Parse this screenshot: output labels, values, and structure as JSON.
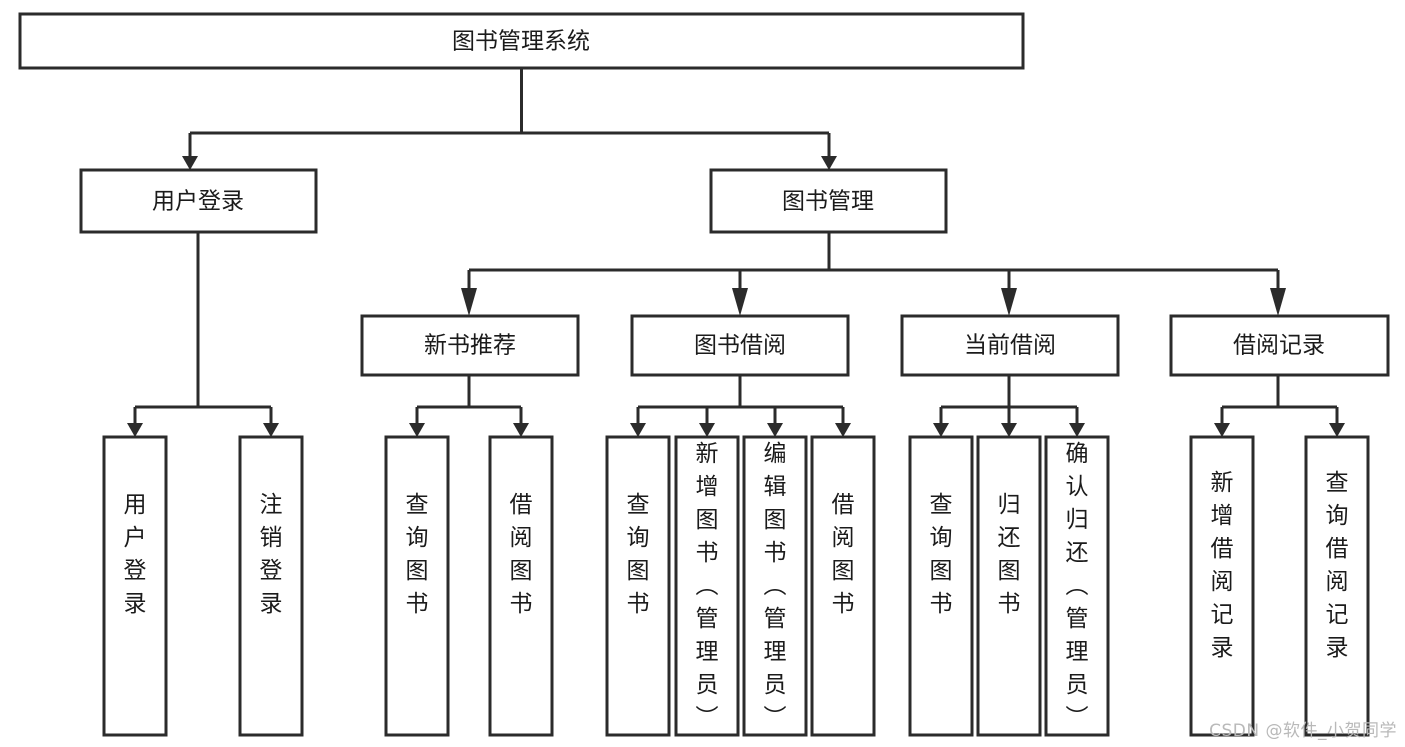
{
  "diagram": {
    "type": "tree",
    "title": "图书管理系统",
    "orientation": "top-down",
    "background_color": "#ffffff",
    "line_color": "#2b2b2b",
    "text_color": "#1b1b1b",
    "root": {
      "id": "root",
      "label": "图书管理系统"
    },
    "level2": [
      {
        "id": "user-login",
        "label": "用户登录"
      },
      {
        "id": "book-manage",
        "label": "图书管理"
      }
    ],
    "level3": [
      {
        "id": "new-book-rec",
        "label": "新书推荐",
        "parent": "book-manage"
      },
      {
        "id": "book-borrow",
        "label": "图书借阅",
        "parent": "book-manage"
      },
      {
        "id": "current-borrow",
        "label": "当前借阅",
        "parent": "book-manage"
      },
      {
        "id": "borrow-record",
        "label": "借阅记录",
        "parent": "book-manage"
      }
    ],
    "leaves": [
      {
        "id": "leaf-user-login",
        "label": "用户登录",
        "parent": "user-login"
      },
      {
        "id": "leaf-logout-login",
        "label": "注销登录",
        "parent": "user-login"
      },
      {
        "id": "leaf-query-book-1",
        "label": "查询图书",
        "parent": "new-book-rec"
      },
      {
        "id": "leaf-borrow-book-1",
        "label": "借阅图书",
        "parent": "new-book-rec"
      },
      {
        "id": "leaf-query-book-2",
        "label": "查询图书",
        "parent": "book-borrow"
      },
      {
        "id": "leaf-add-book",
        "label": "新增图书（管理员）",
        "parent": "book-borrow"
      },
      {
        "id": "leaf-edit-book",
        "label": "编辑图书（管理员）",
        "parent": "book-borrow"
      },
      {
        "id": "leaf-borrow-book-2",
        "label": "借阅图书",
        "parent": "book-borrow"
      },
      {
        "id": "leaf-query-book-3",
        "label": "查询图书",
        "parent": "current-borrow"
      },
      {
        "id": "leaf-return-book",
        "label": "归还图书",
        "parent": "current-borrow"
      },
      {
        "id": "leaf-confirm-return",
        "label": "确认归还（管理员）",
        "parent": "current-borrow"
      },
      {
        "id": "leaf-add-record",
        "label": "新增借阅记录",
        "parent": "borrow-record"
      },
      {
        "id": "leaf-query-record",
        "label": "查询借阅记录",
        "parent": "borrow-record"
      }
    ]
  },
  "watermark": {
    "text": "CSDN @软件_小贺同学"
  }
}
